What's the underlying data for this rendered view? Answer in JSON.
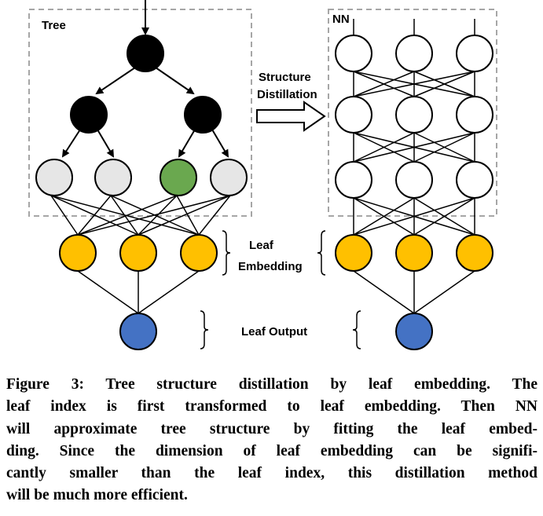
{
  "labels": {
    "tree": "Tree",
    "nn": "NN",
    "structure_distillation_line1": "Structure",
    "structure_distillation_line2": "Distillation",
    "leaf_embedding_line1": "Leaf",
    "leaf_embedding_line2": "Embedding",
    "leaf_output": "Leaf Output"
  },
  "colors": {
    "internal_node": "#000000",
    "leaf_node": "#e6e6e6",
    "selected_leaf": "#6aa84f",
    "embedding_node": "#ffc000",
    "output_node": "#4472c4",
    "nn_node": "#ffffff",
    "dashed_box": "#a6a6a6"
  },
  "caption": {
    "lines": [
      "Figure 3: Tree structure distillation by leaf embedding. The",
      "leaf index is first transformed to leaf embedding. Then NN",
      "will approximate tree structure by fitting the leaf embed-",
      "ding. Since the dimension of leaf embedding can be signifi-",
      "cantly smaller than the leaf index, this distillation method",
      "will be much more efficient."
    ]
  }
}
